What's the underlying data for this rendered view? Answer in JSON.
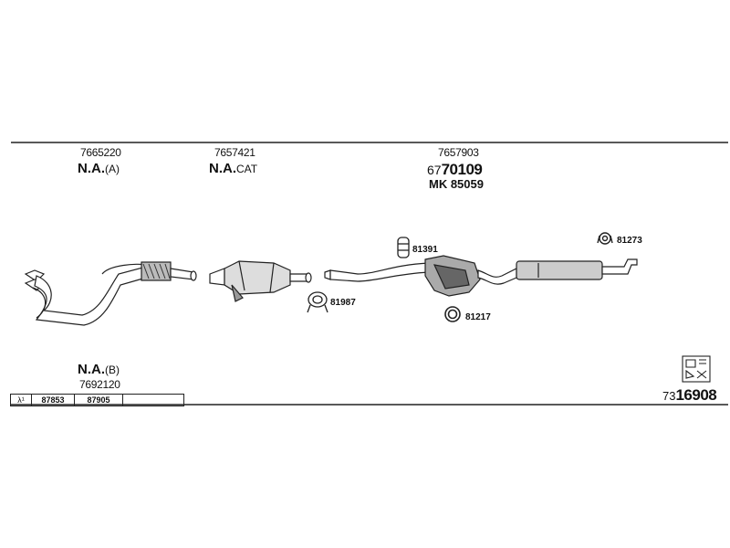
{
  "parts": {
    "downpipe": {
      "part_no": "7665220",
      "label": "N.A.",
      "label_suffix": "(A)"
    },
    "catalyst": {
      "part_no": "7657421",
      "label": "N.A.",
      "label_suffix": "CAT"
    },
    "system": {
      "part_no": "7657903",
      "code_prefix": "67",
      "code_main": "70109",
      "kit": "MK 85059"
    },
    "lower_pipe": {
      "label": "N.A.",
      "label_suffix": "(B)",
      "part_no": "7692120"
    }
  },
  "fittings": {
    "clamp": "81987",
    "hanger_a": "81391",
    "ring": "81217",
    "hanger_b": "81273"
  },
  "table": {
    "symbol": "λ¹",
    "cells": [
      "87853",
      "87905",
      ""
    ]
  },
  "catalog": {
    "prefix": "73",
    "main": "16908"
  }
}
